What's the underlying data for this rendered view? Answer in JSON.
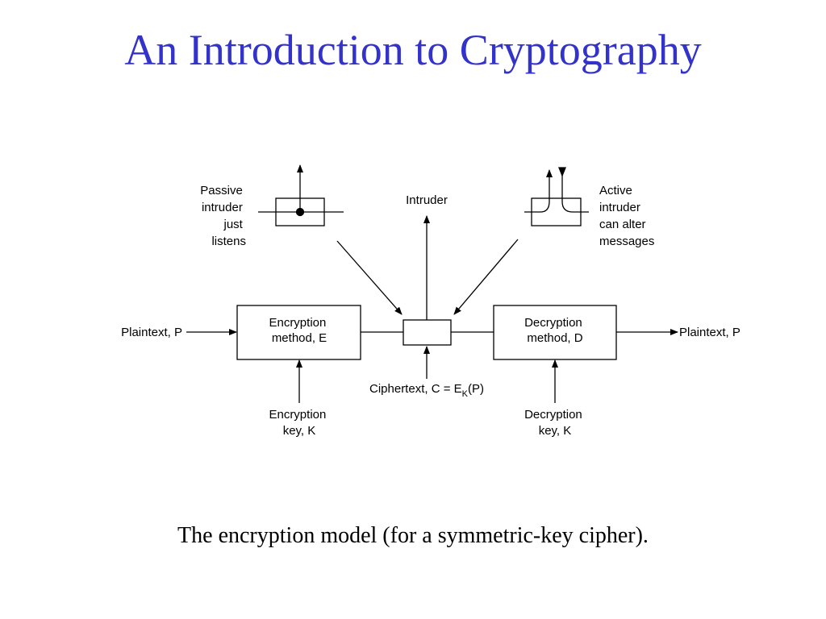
{
  "slide": {
    "title": "An Introduction to Cryptography",
    "caption": "The encryption model (for a symmetric-key cipher)."
  },
  "diagram": {
    "plaintext_in": "Plaintext, P",
    "plaintext_out": "Plaintext, P",
    "encryption_method": [
      "Encryption",
      "method, E"
    ],
    "decryption_method": [
      "Decryption",
      "method, D"
    ],
    "encryption_key": [
      "Encryption",
      "key, K"
    ],
    "decryption_key": [
      "Decryption",
      "key, K"
    ],
    "intruder": "Intruder",
    "passive_intruder": [
      "Passive",
      "intruder",
      "just",
      "listens"
    ],
    "active_intruder": [
      "Active",
      "intruder",
      "can alter",
      "messages"
    ],
    "ciphertext": {
      "prefix": "Ciphertext, C = E",
      "subscript": "K",
      "suffix": "(P)"
    }
  }
}
